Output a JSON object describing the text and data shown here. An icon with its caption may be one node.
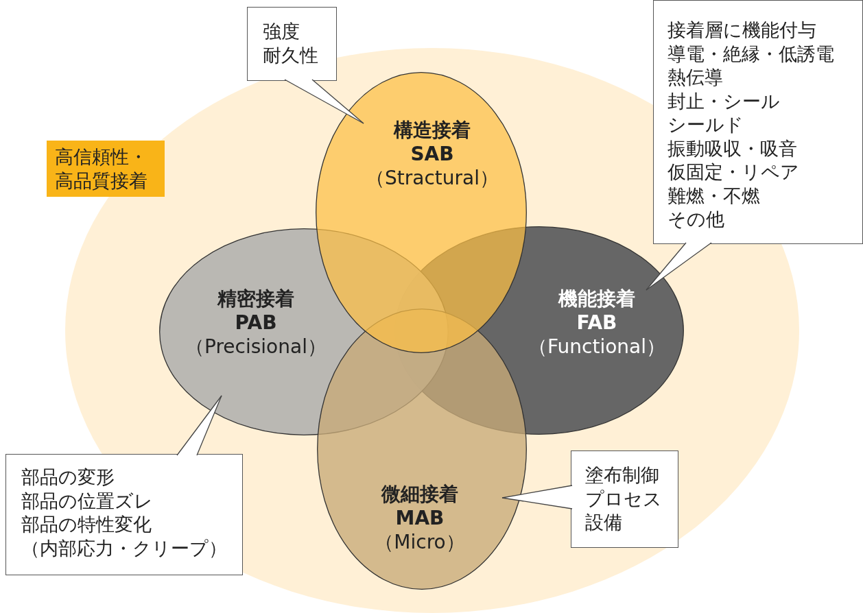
{
  "diagram": {
    "nodes": [
      {
        "text": [
          "強度",
          "耐久性"
        ]
      },
      {
        "text": [
          "接着層に機能付与",
          "導電・絶縁・低誘電",
          "熱伝導",
          "封止・シール",
          "シールド",
          "振動吸収・吸音",
          "仮固定・リペア",
          "難燃・不燃",
          "その他"
        ]
      },
      {
        "text": [
          "高信頼性・高品質接着"
        ]
      },
      {
        "text": [
          "構造接着",
          "SAB",
          "（Stractural）"
        ]
      },
      {
        "text": [
          "精密接着",
          "PAB",
          "（Precisional）"
        ]
      },
      {
        "text": [
          "機能接着",
          "FAB",
          "（Functional）"
        ]
      },
      {
        "text": [
          "微細接着",
          "MAB",
          "（Micro）"
        ]
      },
      {
        "text": [
          "部品の変形",
          "部品の位置ズレ",
          "部品の特性変化",
          "（内部応力・クリープ）"
        ]
      },
      {
        "text": [
          "塗布制御",
          "プロセス",
          "設備"
        ]
      }
    ],
    "edges": [
      {
        "from": 0,
        "to": 3,
        "arrow": "none"
      },
      {
        "from": 1,
        "to": 5,
        "arrow": "none"
      },
      {
        "from": 7,
        "to": 4,
        "arrow": "none"
      },
      {
        "from": 8,
        "to": 6,
        "arrow": "none"
      }
    ]
  }
}
